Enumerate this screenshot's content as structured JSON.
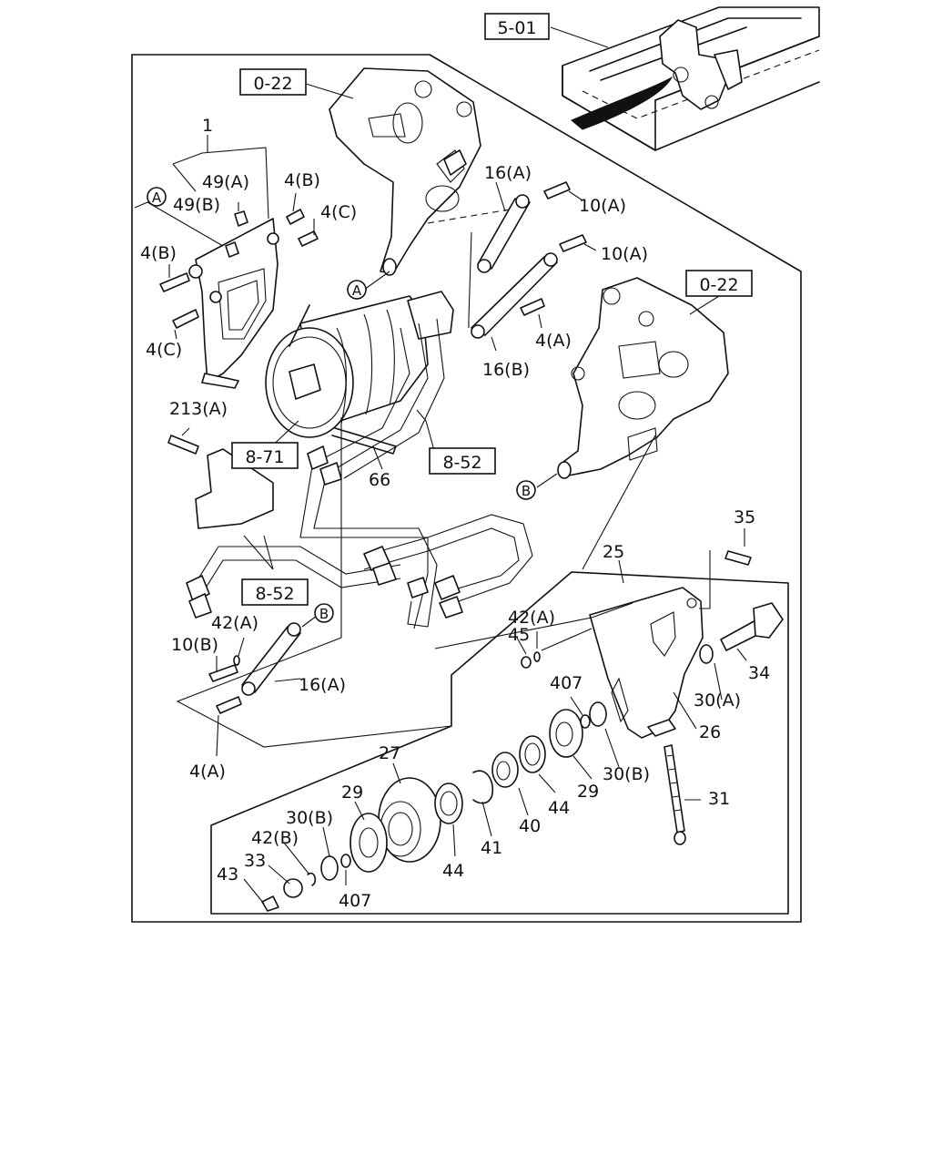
{
  "refs": {
    "r_501": "5-01",
    "r_022_top": "0-22",
    "r_022_right": "0-22",
    "r_871": "8-71",
    "r_852_mid": "8-52",
    "r_852_low": "8-52"
  },
  "circles": {
    "a1": "A",
    "a2": "A",
    "b1": "B",
    "b2": "B"
  },
  "labels": {
    "l1": "1",
    "l49a": "49(A)",
    "l49b": "49(B)",
    "l4b_top": "4(B)",
    "l4c_top": "4(C)",
    "l4b_left": "4(B)",
    "l4c_left": "4(C)",
    "l16a_top": "16(A)",
    "l10a_1": "10(A)",
    "l10a_2": "10(A)",
    "l4a_mid": "4(A)",
    "l16b": "16(B)",
    "l213a": "213(A)",
    "l66": "66",
    "l35": "35",
    "l25": "25",
    "l42a_left": "42(A)",
    "l10b": "10(B)",
    "l16a_low": "16(A)",
    "l4a_low": "4(A)",
    "l45": "45",
    "l42a_right": "42(A)",
    "l34": "34",
    "l407_top": "407",
    "l30a": "30(A)",
    "l26": "26",
    "l30b_right": "30(B)",
    "l27": "27",
    "l29_right": "29",
    "l44_right": "44",
    "l40": "40",
    "l31": "31",
    "l41": "41",
    "l44_left": "44",
    "l29_left": "29",
    "l30b_left": "30(B)",
    "l42b": "42(B)",
    "l33": "33",
    "l43": "43",
    "l407_low": "407"
  }
}
